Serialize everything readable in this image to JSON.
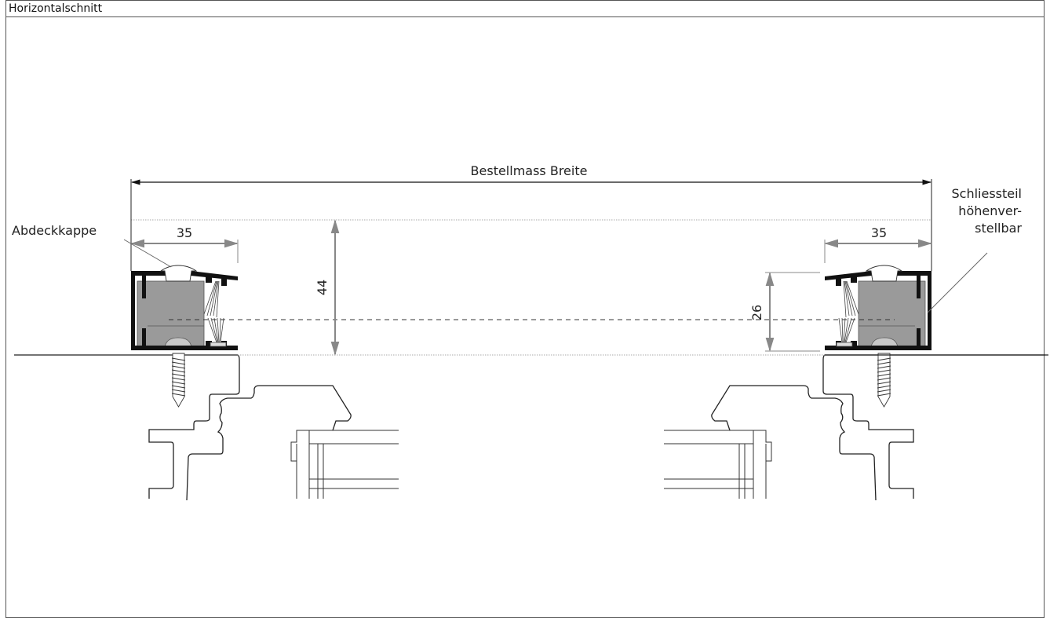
{
  "title": "Horizontalschnitt",
  "labels": {
    "order_width": "Bestellmass Breite",
    "left_dim": "35",
    "right_dim": "35",
    "height_total": "44",
    "height_profile": "26",
    "cover_cap": "Abdeckkappe",
    "strike_line1": "Schliessteil",
    "strike_line2": "höhenver-",
    "strike_line3": "stellbar"
  }
}
